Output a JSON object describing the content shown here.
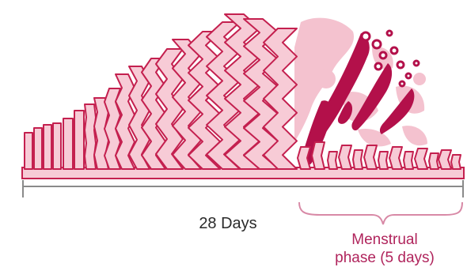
{
  "labels": {
    "cycle_length": "28 Days",
    "menstrual_phase_line1": "Menstrual",
    "menstrual_phase_line2": "phase (5 days)"
  },
  "colors": {
    "tissue_fill": "#f7cbd6",
    "tissue_outline": "#c4204f",
    "shedding_fill": "#b3104a",
    "debris_fill": "#f4c2cf",
    "axis_line": "#8a8a8a",
    "bracket": "#d889a6",
    "phase_text": "#b0245c"
  }
}
